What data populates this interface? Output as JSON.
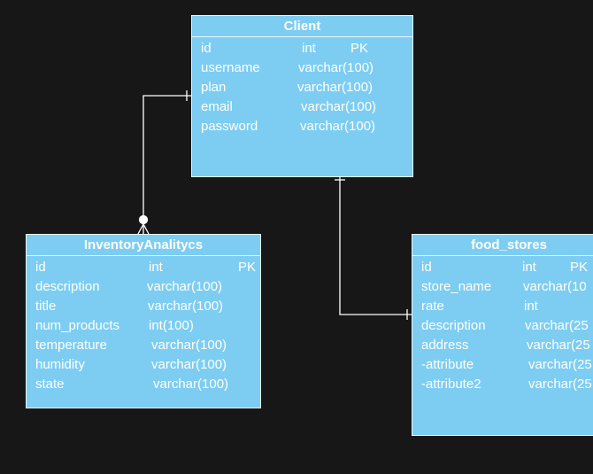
{
  "colors": {
    "background": "#171717",
    "entity_fill": "#7dcdf2",
    "entity_border": "#e8f6fd",
    "text": "#ffffff",
    "connector": "#ffffff"
  },
  "entities": {
    "client": {
      "title": "Client",
      "rows": [
        {
          "name": "id",
          "type": "int",
          "key": "PK"
        },
        {
          "name": "username",
          "type": "varchar(100)",
          "key": ""
        },
        {
          "name": "plan",
          "type": "varchar(100)",
          "key": ""
        },
        {
          "name": "email",
          "type": "varchar(100)",
          "key": ""
        },
        {
          "name": "password",
          "type": "varchar(100)",
          "key": ""
        }
      ]
    },
    "inventory": {
      "title": "InventoryAnalitycs",
      "rows": [
        {
          "name": "id",
          "type": "int",
          "key": "PK"
        },
        {
          "name": "description",
          "type": "varchar(100)",
          "key": ""
        },
        {
          "name": "title",
          "type": "varchar(100)",
          "key": ""
        },
        {
          "name": "num_products",
          "type": "int(100)",
          "key": ""
        },
        {
          "name": "temperature",
          "type": "varchar(100)",
          "key": ""
        },
        {
          "name": "humidity",
          "type": "varchar(100)",
          "key": ""
        },
        {
          "name": "state",
          "type": "varchar(100)",
          "key": ""
        }
      ]
    },
    "food_stores": {
      "title": "food_stores",
      "rows": [
        {
          "name": "id",
          "type": "int",
          "key": "PK"
        },
        {
          "name": "store_name",
          "type": "varchar(10",
          "key": ""
        },
        {
          "name": "rate",
          "type": "int",
          "key": ""
        },
        {
          "name": "description",
          "type": "varchar(25",
          "key": ""
        },
        {
          "name": "address",
          "type": "varchar(25",
          "key": ""
        },
        {
          "name": "-attribute",
          "type": "varchar(25",
          "key": ""
        },
        {
          "name": "-attribute2",
          "type": "varchar(25",
          "key": ""
        }
      ]
    }
  },
  "relationships": [
    {
      "from": "client",
      "to": "inventory",
      "from_end": "one",
      "to_end": "zero-or-many"
    },
    {
      "from": "client",
      "to": "food_stores",
      "from_end": "one",
      "to_end": "one"
    }
  ]
}
